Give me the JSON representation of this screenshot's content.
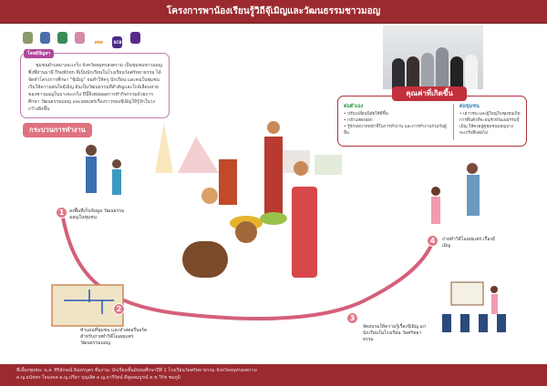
{
  "header": {
    "title": "โครงการพาน้องเรียนรู้วิถีจุ๊เมิญและวัฒนธรรมชาวมอญ"
  },
  "logos": {
    "sss": "สสส",
    "scb": "SCB"
  },
  "problem": {
    "tag": "โจทย์ปัญหา",
    "text": "ชุมชนตำบลบางจะเกร็ง จังหวัดสมุทรสงคราม เป็นชุมชนชาวมอญ ซึ่งที่ผ่านมามี Tradition ที่เป็นนักเรียนในโรงเรียนวัดศรัทธาธรรม ได้จัดทำโครงการศึกษา \"จุ๊เมิญ\" จนทำให้ครู นักเรียน และคนในชุมชน เริ่มให้ความสนใจจุ๊เมิญ อันเป็นวัฒนธรรมที่สำคัญและใกล้เลือนหาย ของชาวมอญในบางจะเกร็ง ปีนี้จึงต่อยอดการทำกิจกรรมด้วยการศึกษา วัฒนธรรมมอญ และเผยแพร่เรื่องราวของจุ๊เมิญให้รู้จักในวงกว้างยิ่งขึ้น"
  },
  "process": {
    "title": "กระบวนการทำงาน",
    "steps": [
      {
        "num": "1",
        "text": "ลงพื้นที่เก็บข้อมูล วัฒนธรรมมอญในชุมชน"
      },
      {
        "num": "2",
        "text": "ทำแผนที่ชุมชน และทำสตอรี่บอร์ด สำหรับถ่ายทำวิดีโอเผยแพร่ วัฒนธรรมมอญ"
      },
      {
        "num": "3",
        "text": "จัดอบรมให้ความรู้เรื่องจุ๊เมิญ แก่นักเรียนในโรงเรียน วัดศรัทธาธรรม"
      },
      {
        "num": "4",
        "text": "ถ่ายทำวิดีโอเผยแพร่ เรื่องจุ๊เมิญ"
      }
    ]
  },
  "benefits": {
    "title": "คุณค่าที่เกิดขึ้น",
    "self": {
      "heading": "ต่อตัวเอง",
      "items": [
        "ปรับเปลี่ยนนิสัยให้ดีขึ้น",
        "กล้าแสดงออก",
        "รู้จักบทบาทหน้าที่ในการทำงาน และการทำงานร่วมกับผู้อื่น"
      ]
    },
    "community": {
      "heading": "ต่อชุมชน",
      "items": [
        "เยาวชน และผู้ใหญ่ในชุมชนเกิดการตื่นตัวที่จะอนุรักษ์วัฒนธรรมจุ๊เมิญ ให้คงอยู่คู่ชุมชนมอญบางจะเกร็งสืบต่อไป"
      ]
    }
  },
  "footer": {
    "line1": "พี่เลี้ยงชุมชน: น.ส. ศิริลักษณ์ อินทรบุตร    ทีมงาน: นักเรียนชั้นมัธยมศึกษาปีที่ 1 โรงเรียนวัดศรัทธาธรรม จังหวัดสมุทรสงคราม",
    "line2": "ด.ญ.ธนัชพร ใจมงคล    ด.ญ.ปรียา บุญเลิศ    ด.ญ.ธารีรัตน์ ดีพูลสมบูรณ์    ด.ช.วีรัช ชมภูมิ"
  },
  "colors": {
    "brand": "#9b2a30",
    "accent": "#e07a88",
    "problem_border": "#c27bb4"
  }
}
